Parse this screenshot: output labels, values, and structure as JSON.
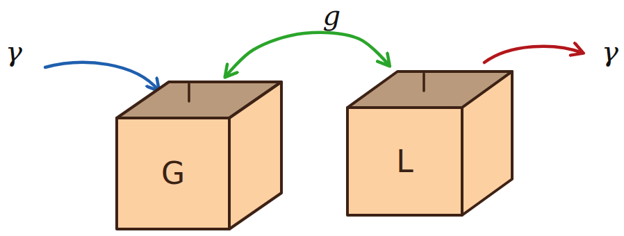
{
  "diagram": {
    "nodes": [
      {
        "text": [
          "G"
        ]
      },
      {
        "text": [
          "L"
        ]
      }
    ],
    "edges": [
      {
        "from": 0,
        "to": 1,
        "label": "g",
        "arrow": "both"
      }
    ],
    "labels": [
      "γ",
      "γ"
    ]
  }
}
